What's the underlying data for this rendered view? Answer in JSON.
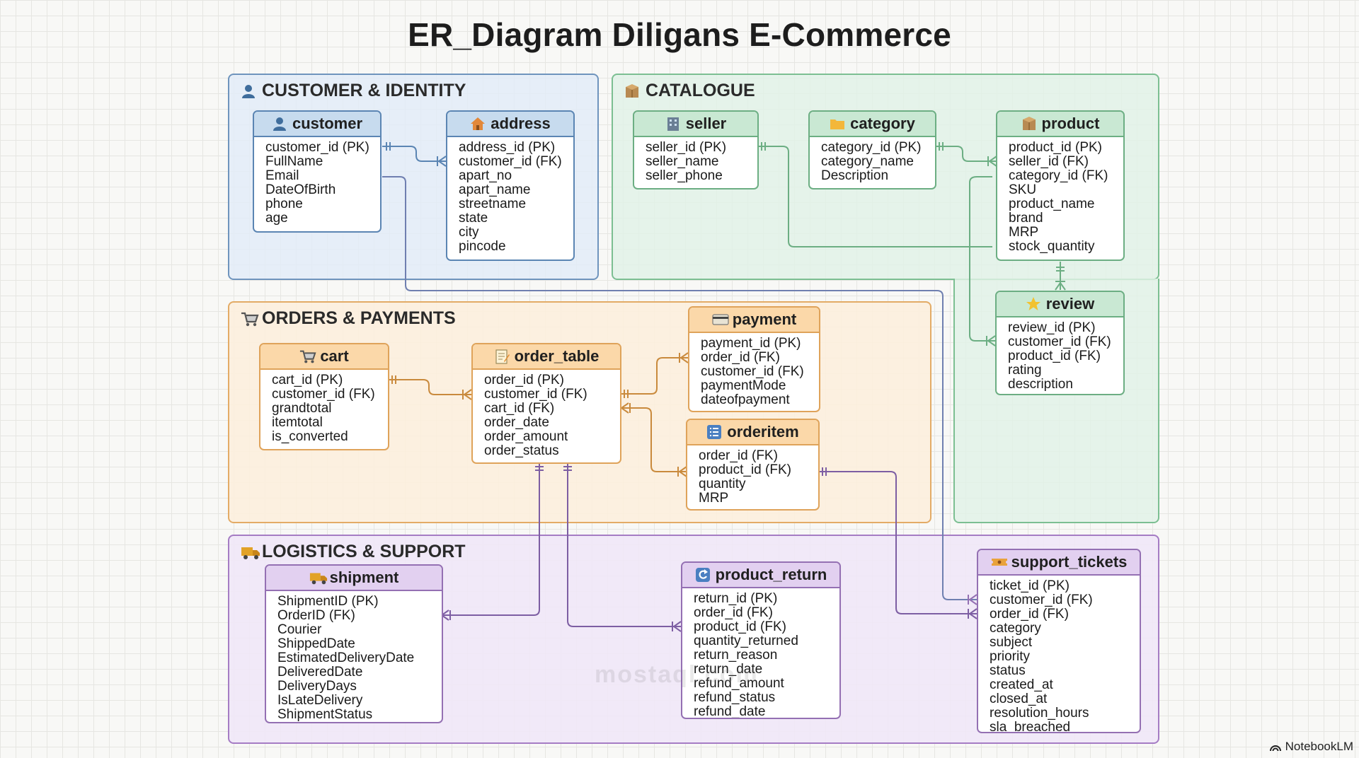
{
  "title": "ER_Diagram Diligans E-Commerce",
  "groups": {
    "customer_identity": "CUSTOMER & IDENTITY",
    "catalogue": "CATALOGUE",
    "orders_payments": "ORDERS & PAYMENTS",
    "logistics_support": "LOGISTICS & SUPPORT"
  },
  "entities": {
    "customer": {
      "name": "customer",
      "icon": "person-icon",
      "fields": [
        "customer_id (PK)",
        "FullName",
        "Email",
        "DateOfBirth",
        "phone",
        "age"
      ]
    },
    "address": {
      "name": "address",
      "icon": "house-icon",
      "fields": [
        "address_id (PK)",
        "customer_id (FK)",
        "apart_no",
        "apart_name",
        "streetname",
        "state",
        "city",
        "pincode"
      ]
    },
    "seller": {
      "name": "seller",
      "icon": "building-icon",
      "fields": [
        "seller_id (PK)",
        "seller_name",
        "seller_phone"
      ]
    },
    "category": {
      "name": "category",
      "icon": "folder-icon",
      "fields": [
        "category_id (PK)",
        "category_name",
        "Description"
      ]
    },
    "product": {
      "name": "product",
      "icon": "box-icon",
      "fields": [
        "product_id (PK)",
        "seller_id (FK)",
        "category_id (FK)",
        "SKU",
        "product_name",
        "brand",
        "MRP",
        "stock_quantity"
      ]
    },
    "review": {
      "name": "review",
      "icon": "star-icon",
      "fields": [
        "review_id (PK)",
        "customer_id (FK)",
        "product_id (FK)",
        "rating",
        "description"
      ]
    },
    "cart": {
      "name": "cart",
      "icon": "cart-icon",
      "fields": [
        "cart_id (PK)",
        "customer_id (FK)",
        "grandtotal",
        "itemtotal",
        "is_converted"
      ]
    },
    "order_table": {
      "name": "order_table",
      "icon": "memo-icon",
      "fields": [
        "order_id (PK)",
        "customer_id (FK)",
        "cart_id (FK)",
        "order_date",
        "order_amount",
        "order_status"
      ]
    },
    "payment": {
      "name": "payment",
      "icon": "credit-card-icon",
      "fields": [
        "payment_id (PK)",
        "order_id (FK)",
        "customer_id (FK)",
        "paymentMode",
        "dateofpayment"
      ]
    },
    "orderitem": {
      "name": "orderitem",
      "icon": "list-icon",
      "fields": [
        "order_id (FK)",
        "product_id (FK)",
        "quantity",
        "MRP"
      ]
    },
    "shipment": {
      "name": "shipment",
      "icon": "truck-icon",
      "fields": [
        "ShipmentID (PK)",
        "OrderID (FK)",
        "Courier",
        "ShippedDate",
        "EstimatedDeliveryDate",
        "DeliveredDate",
        "DeliveryDays",
        "IsLateDelivery",
        "ShipmentStatus"
      ]
    },
    "product_return": {
      "name": "product_return",
      "icon": "return-arrow-icon",
      "fields": [
        "return_id (PK)",
        "order_id (FK)",
        "product_id (FK)",
        "quantity_returned",
        "return_reason",
        "return_date",
        "refund_amount",
        "refund_status",
        "refund_date"
      ]
    },
    "support_tickets": {
      "name": "support_tickets",
      "icon": "ticket-icon",
      "fields": [
        "ticket_id (PK)",
        "customer_id (FK)",
        "order_id (FK)",
        "category",
        "subject",
        "priority",
        "status",
        "created_at",
        "closed_at",
        "resolution_hours",
        "sla_breached"
      ]
    }
  },
  "watermark": "mostaql.com",
  "footer": "NotebookLM",
  "colors": {
    "blue": "#5b85b3",
    "green": "#6cae83",
    "orange": "#dfa35a",
    "purple": "#9470b3"
  }
}
